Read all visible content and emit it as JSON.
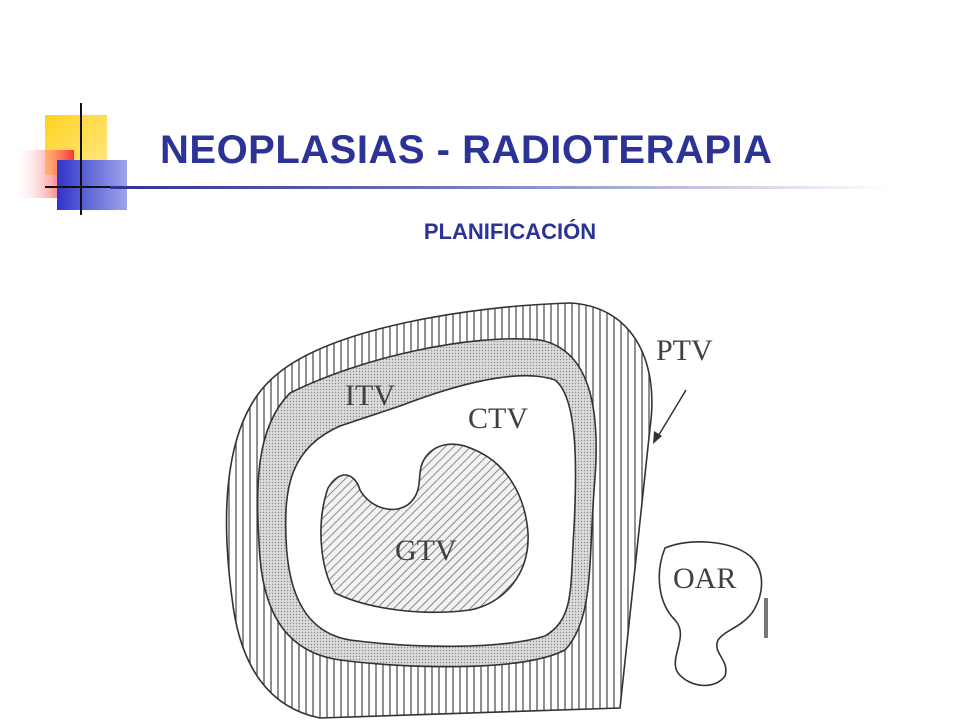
{
  "slide": {
    "title": "NEOPLASIAS - RADIOTERAPIA",
    "subtitle": "PLANIFICACIÓN"
  },
  "diagram": {
    "labels": {
      "ptv": "PTV",
      "itv": "ITV",
      "ctv": "CTV",
      "gtv": "GTV",
      "oar": "OAR"
    }
  },
  "colors": {
    "title": "#2c3396",
    "deco_yellow": "#ffd21f",
    "deco_red": "#ff4040",
    "deco_blue": "#3a3fd0"
  }
}
